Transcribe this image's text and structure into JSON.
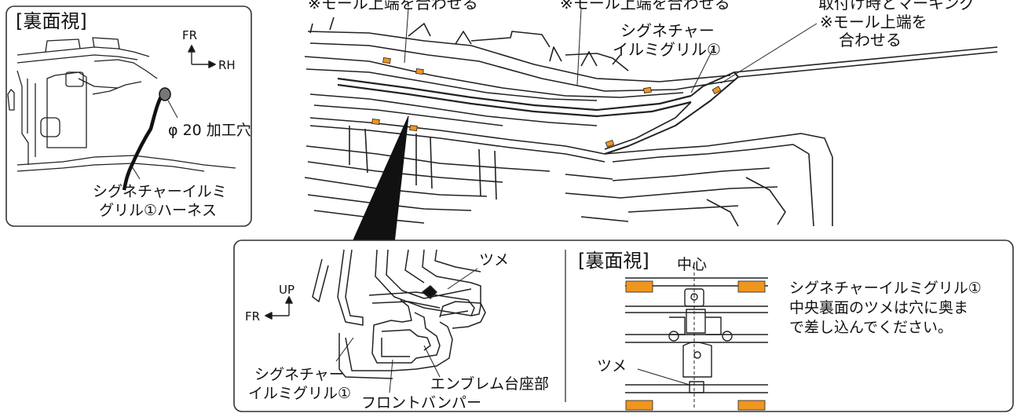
{
  "top_labels": {
    "mall_top_1": "※モール上端を合わせる",
    "mall_top_2": "※モール上端を合わせる",
    "right_partial": "取付け時とマーキング",
    "right_mall_top": "※モール上端を",
    "right_align": "合わせる"
  },
  "main_view": {
    "part_name_line1": "シグネチャー",
    "part_name_line2": "イルミグリル①"
  },
  "inset_rear": {
    "title": "[裏面視]",
    "dir_forward": "FR",
    "dir_right": "RH",
    "hole_label": "φ 20 加工穴",
    "harness_line1": "シグネチャーイルミ",
    "harness_line2": "グリル①ハーネス"
  },
  "section_view": {
    "dir_up": "UP",
    "dir_forward": "FR",
    "tab_label": "ツメ",
    "grille_line1": "シグネチャー",
    "grille_line2": "イルミグリル①",
    "emblem_base": "エンブレム台座部",
    "front_bumper": "フロントバンパー"
  },
  "center_view": {
    "title": "[裏面視]",
    "center_label": "中心",
    "tab_label": "ツメ",
    "note_line1": "シグネチャーイルミグリル①",
    "note_line2": "中央裏面のツメは穴に奥ま",
    "note_line3": "で差し込んでください。"
  },
  "colors": {
    "tape": "#f0961e",
    "line": "#222222",
    "frame": "#333333"
  }
}
